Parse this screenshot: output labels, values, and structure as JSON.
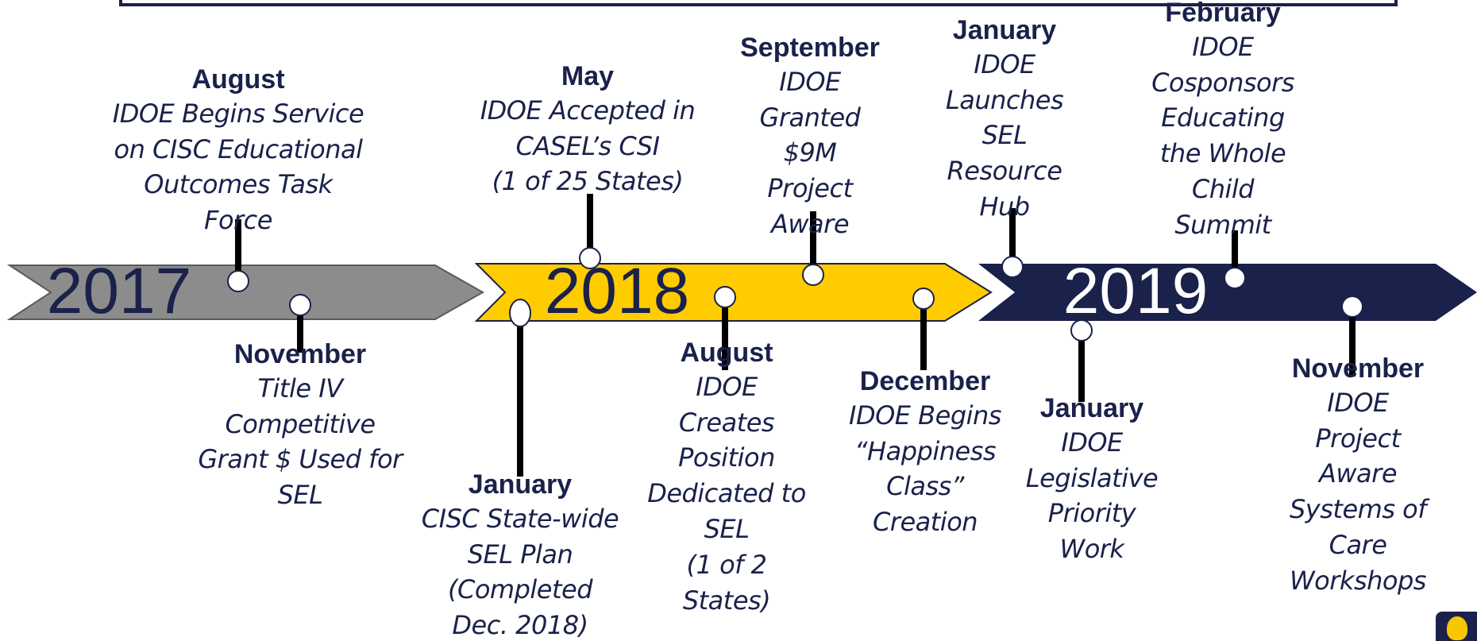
{
  "timeline": {
    "years": [
      {
        "label": "2017",
        "color": "#8c8c8c",
        "text_color": "#1a214a"
      },
      {
        "label": "2018",
        "color": "#ffcc00",
        "text_color": "#1a214a"
      },
      {
        "label": "2019",
        "color": "#1a214a",
        "text_color": "#ffffff"
      }
    ],
    "events": [
      {
        "month": "August",
        "desc": "IDOE Begins Service\non CISC Educational\nOutcomes Task\nForce"
      },
      {
        "month": "November",
        "desc": "Title IV\nCompetitive\nGrant $ Used for\nSEL"
      },
      {
        "month": "May",
        "desc": "IDOE Accepted in\nCASEL’s CSI\n(1 of 25 States)"
      },
      {
        "month": "January",
        "desc": "CISC State-wide\nSEL Plan\n(Completed\nDec. 2018)"
      },
      {
        "month": "September",
        "desc": "IDOE\nGranted\n$9M\nProject\nAware"
      },
      {
        "month": "August",
        "desc": "IDOE\nCreates\nPosition\nDedicated to\nSEL\n(1 of 2\nStates)"
      },
      {
        "month": "December",
        "desc": "IDOE Begins\n“Happiness\nClass”\nCreation"
      },
      {
        "month": "January",
        "desc": "IDOE\nLaunches\nSEL\nResource\nHub"
      },
      {
        "month": "January",
        "desc": "IDOE\nLegislative\nPriority\nWork"
      },
      {
        "month": "February",
        "desc": "IDOE\nCosponsors\nEducating\nthe Whole\nChild\nSummit"
      },
      {
        "month": "November",
        "desc": "IDOE\nProject\nAware\nSystems of\nCare\nWorkshops"
      }
    ]
  },
  "colors": {
    "navy": "#1a214a",
    "gold": "#ffcc00",
    "gray": "#8c8c8c"
  }
}
